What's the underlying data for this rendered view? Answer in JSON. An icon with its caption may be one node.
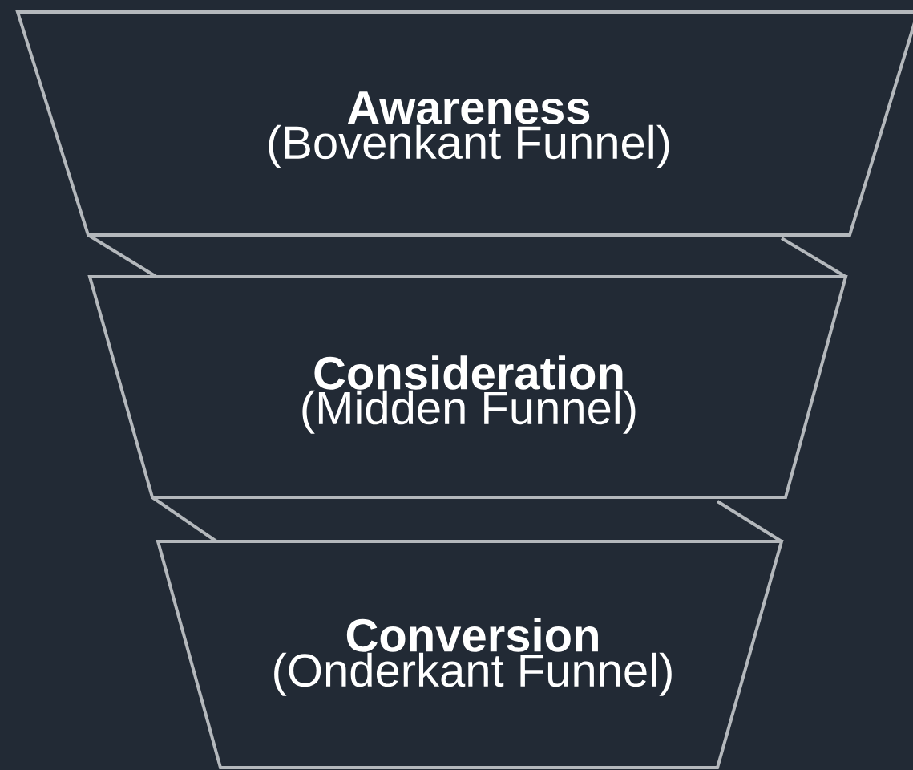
{
  "diagram": {
    "nodes": [
      {
        "text": [
          "Awareness",
          "(Bovenkant Funnel)"
        ]
      },
      {
        "text": [
          "Consideration",
          "(Midden Funnel)"
        ]
      },
      {
        "text": [
          "Conversion",
          "(Onderkant Funnel)"
        ]
      }
    ]
  }
}
